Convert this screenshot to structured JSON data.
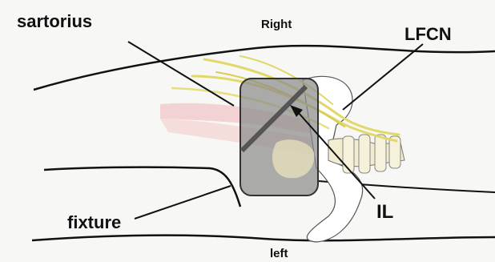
{
  "diagram": {
    "labels": {
      "sartorius": "sartorius",
      "right": "Right",
      "lfcn": "LFCN",
      "fixture": "fixture",
      "il": "IL",
      "left": "left"
    },
    "colors": {
      "outline": "#111111",
      "nerve": "#e2d868",
      "nerve_stroke": "#c8b83a",
      "muscle": "#f0c6c6",
      "bone": "#f2ecd0",
      "fixture_box": "#8c8c8c"
    }
  }
}
